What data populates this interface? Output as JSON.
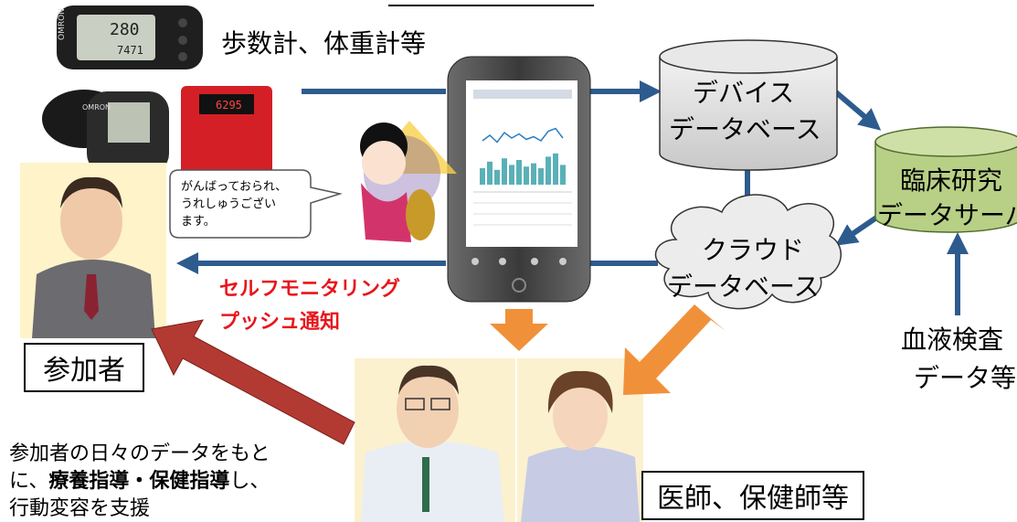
{
  "header_title": "システム概要",
  "devices_label": "歩数計、体重計等",
  "pedometer_display": {
    "top": "280",
    "bottom": "7471"
  },
  "red_device_display": "6295",
  "device_db": {
    "line1": "デバイス",
    "line2": "データベース"
  },
  "clinical_server": {
    "line1": "臨床研究",
    "line2": "データサーバ"
  },
  "cloud_db": {
    "line1": "クラウド",
    "line2": "データベース"
  },
  "blood_test": {
    "line1": "血液検査",
    "line2": "データ等"
  },
  "speech_bubble": {
    "line1": "がんばっておられ、",
    "line2": "うれしゅうござい",
    "line3": "ます。"
  },
  "push_label": {
    "line1": "セルフモニタリング",
    "line2": "プッシュ通知"
  },
  "participant_label": "参加者",
  "doctor_label": "医師、保健師等",
  "support_text": {
    "line1": "参加者の日々のデータをもと",
    "line2_pre": "に、",
    "line2_bold": "療養指導・保健指導",
    "line2_post": "し、",
    "line3": "行動変容を支援"
  },
  "colors": {
    "blue_arrow": "#2e5b8e",
    "orange_arrow": "#f0913a",
    "red_arrow": "#b33a32",
    "push_text": "#e8161b",
    "server_fill": "#b8cf86"
  },
  "chart_data": {
    "type": "bar",
    "values": [
      0.5,
      0.7,
      0.45,
      0.8,
      0.6,
      0.75,
      0.55,
      0.65,
      0.5,
      0.85,
      0.95,
      0.6
    ]
  }
}
